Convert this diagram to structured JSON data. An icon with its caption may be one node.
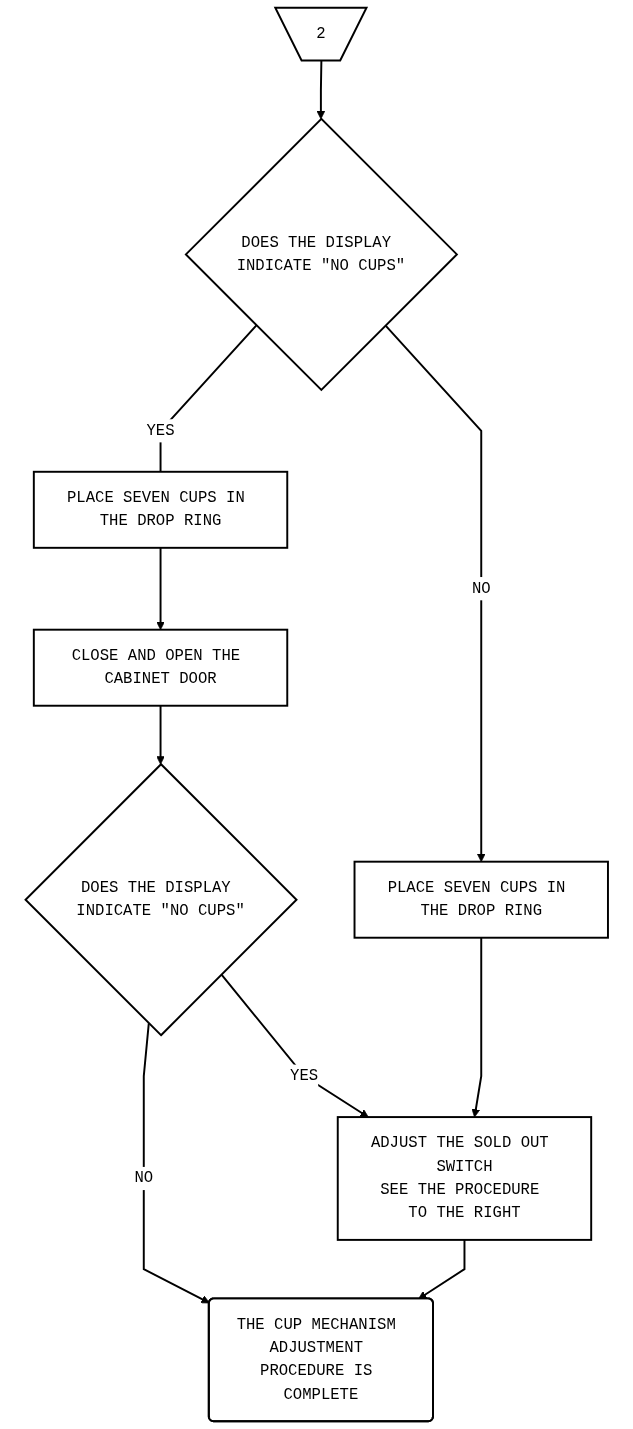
{
  "diagram": {
    "nodes": [
      {
        "text": [
          "2"
        ]
      },
      {
        "text": [
          "DOES THE DISPLAY INDICATE \"NO CUPS\""
        ]
      },
      {
        "text": [
          "PLACE SEVEN CUPS IN THE DROP RING"
        ]
      },
      {
        "text": [
          "PLACE SEVEN CUPS IN THE DROP RING"
        ]
      },
      {
        "text": [
          "CLOSE AND OPEN THE CABINET DOOR"
        ]
      },
      {
        "text": [
          "DOES THE DISPLAY INDICATE \"NO CUPS\""
        ]
      },
      {
        "text": [
          "ADJUST THE SOLD OUT SWITCH",
          "SEE THE PROCEDURE TO THE RIGHT"
        ]
      },
      {
        "text": [
          "THE CUP MECHANISM ADJUSTMENT PROCEDURE IS COMPLETE"
        ]
      }
    ],
    "edges": [
      {
        "from": 0,
        "to": 1,
        "arrow": "to"
      },
      {
        "from": 1,
        "to": 2,
        "arrow": "to",
        "label": "NO"
      },
      {
        "from": 1,
        "to": 3,
        "arrow": "none",
        "label": "YES"
      },
      {
        "from": 3,
        "to": 4,
        "arrow": "to"
      },
      {
        "from": 4,
        "to": 5,
        "arrow": "to"
      },
      {
        "from": 5,
        "to": 6,
        "arrow": "to",
        "label": "YES"
      },
      {
        "from": 2,
        "to": 6,
        "arrow": "to"
      },
      {
        "from": 5,
        "to": 7,
        "arrow": "to",
        "label": "NO"
      },
      {
        "from": 6,
        "to": 7,
        "arrow": "to"
      }
    ]
  }
}
